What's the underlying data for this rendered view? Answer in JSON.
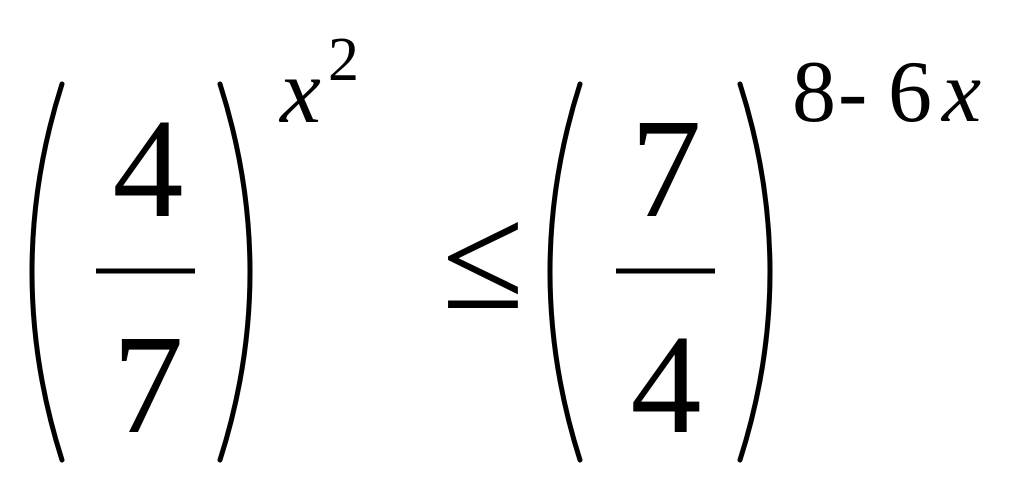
{
  "formula": {
    "left": {
      "numerator": "4",
      "denominator": "7",
      "exponent_base": "x",
      "exponent_power": "2"
    },
    "relation": "≤",
    "right": {
      "numerator": "7",
      "denominator": "4",
      "exponent_constant": "8",
      "exponent_operator": "-",
      "exponent_coefficient": "6",
      "exponent_variable": "x"
    }
  },
  "colors": {
    "ink": "#000000",
    "background": "#ffffff"
  }
}
